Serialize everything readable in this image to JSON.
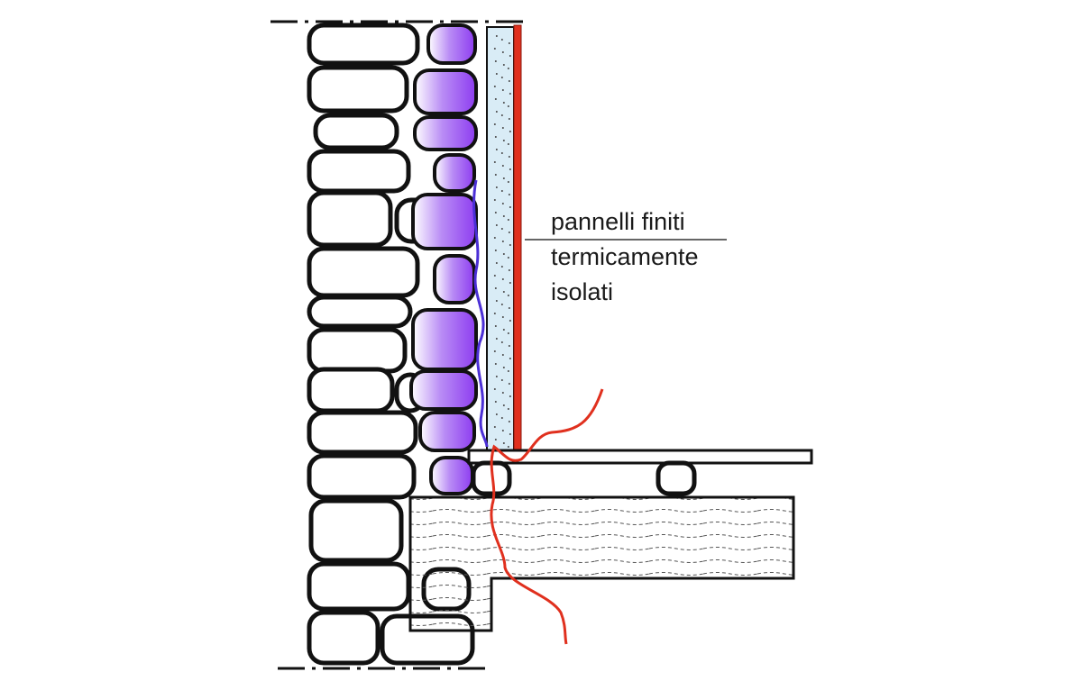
{
  "annotation": {
    "lines": [
      "pannelli finiti",
      "termicamente",
      "isolati"
    ]
  },
  "colors": {
    "outline": "#111111",
    "purple_stone": "#9b59f0",
    "insulation": "#d9ecf6",
    "finish_panel": "#e0301e",
    "damp_line": "#4b2fd6",
    "crack_line": "#e0301e"
  }
}
